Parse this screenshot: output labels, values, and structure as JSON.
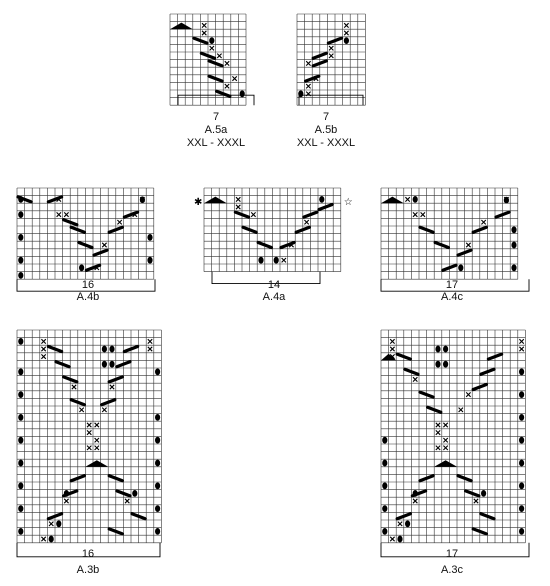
{
  "diagrams": [
    {
      "id": "a5a",
      "stitch_count": "7",
      "name": "A.5a",
      "size": "XXL - XXXL"
    },
    {
      "id": "a5b",
      "stitch_count": "7",
      "name": "A.5b",
      "size": "XXL - XXXL"
    },
    {
      "id": "a4b",
      "stitch_count": "16",
      "name": "A.4b"
    },
    {
      "id": "a4a",
      "stitch_count": "14",
      "name": "A.4a"
    },
    {
      "id": "a4c",
      "stitch_count": "17",
      "name": "A.4c"
    },
    {
      "id": "a3b",
      "stitch_count": "16",
      "name": "A.3b"
    },
    {
      "id": "a3c",
      "stitch_count": "17",
      "name": "A.3c"
    }
  ]
}
